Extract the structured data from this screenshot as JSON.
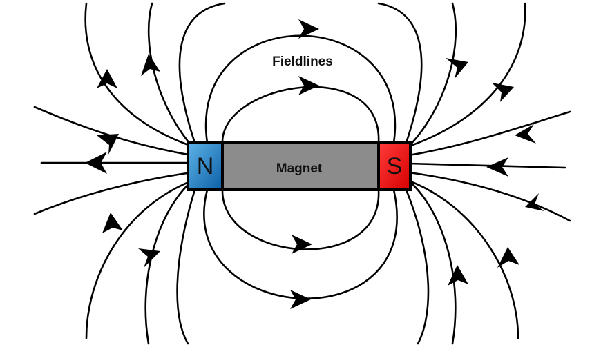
{
  "labels": {
    "fieldlines": "Fieldlines",
    "magnet": "Magnet"
  },
  "poles": {
    "north": "N",
    "south": "S"
  },
  "colors": {
    "north_pole_light": "#5fb3e8",
    "north_pole_dark": "#0b5fa6",
    "south_pole_light": "#ff3b3b",
    "south_pole_dark": "#d60000",
    "magnet_body": "#8c8c8c",
    "field_line": "#000000"
  },
  "icons": {
    "arrow": "triangle-arrow-icon"
  }
}
